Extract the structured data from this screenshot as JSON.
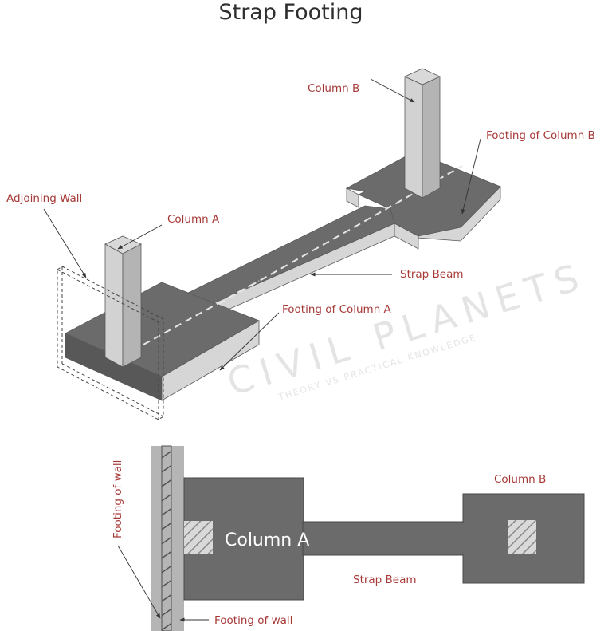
{
  "title": "Strap Footing",
  "colors": {
    "label": "#a63a38",
    "footing_top": "#6b6b6b",
    "footing_side_light": "#d6d6d6",
    "footing_side_dark": "#585858",
    "column_light": "#d2d2d2",
    "column_dark": "#b4b4b4",
    "wall_footing": "#b5b5b5",
    "hatch_fill": "#d9d9d9"
  },
  "isometric_view": {
    "labels": {
      "column_b": "Column B",
      "footing_column_b": "Footing of Column B",
      "adjoining_wall": "Adjoining Wall",
      "column_a": "Column A",
      "strap_beam": "Strap Beam",
      "footing_column_a": "Footing of Column A"
    }
  },
  "plan_view": {
    "labels": {
      "footing_of_wall_vertical": "Footing of wall",
      "footing_of_wall_bottom": "Footing of wall",
      "column_a": "Column A",
      "column_b": "Column B",
      "strap_beam": "Strap Beam"
    }
  },
  "watermark": {
    "brand": "CIVIL PLANETS",
    "tagline": "THEORY VS PRACTICAL KNOWLEDGE"
  }
}
